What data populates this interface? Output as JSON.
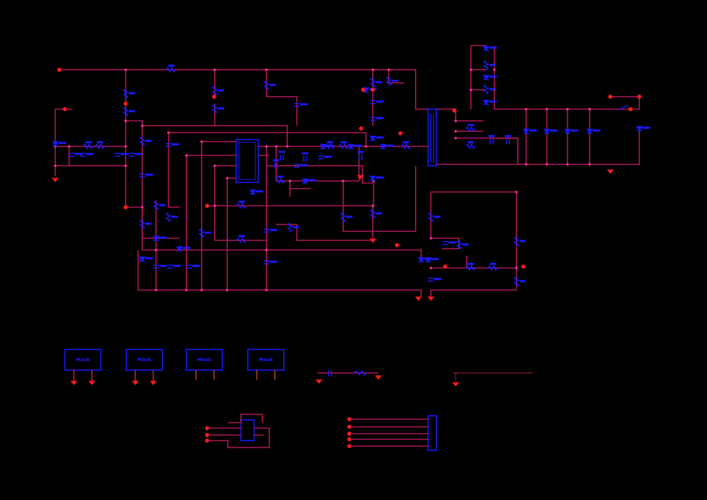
{
  "document": {
    "kind": "electrical schematic",
    "colors": {
      "background": "#000000",
      "wire": "#b0185a",
      "component": "#1a1aff",
      "ground_and_ports": "#ff1a1a",
      "junction": "#ff2e9a"
    }
  },
  "modules": [
    {
      "label": "Mask"
    },
    {
      "label": "Mask"
    },
    {
      "label": "Mask"
    },
    {
      "label": "Mask"
    }
  ]
}
